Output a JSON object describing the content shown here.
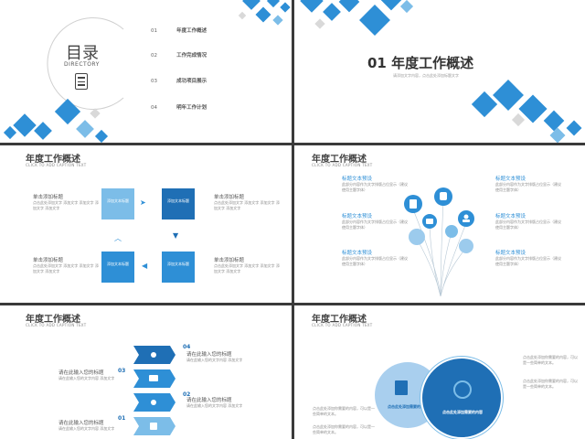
{
  "slide1": {
    "title": "目录",
    "subtitle": "DIRECTORY",
    "toc": [
      {
        "num": "01",
        "label": "年度工作概述"
      },
      {
        "num": "02",
        "label": "工作完成情况"
      },
      {
        "num": "03",
        "label": "成功项目展示"
      },
      {
        "num": "04",
        "label": "明年工作计划"
      }
    ]
  },
  "slide2": {
    "heading": "01 年度工作概述",
    "caption": "请添加文字内容，点击此处添加标题文字"
  },
  "common": {
    "title": "年度工作概述",
    "subtitle": "CLICK TO ADD CAPTION TEXT"
  },
  "slide3": {
    "box1": "添加文本标题",
    "box2": "添加文本标题",
    "box3": "添加文本标题",
    "box4": "添加文本标题",
    "item_title": "单击添加标题",
    "item_desc": "点击此处添加文字 添加文字 添加文字 添加文字 添加文字"
  },
  "slide4": {
    "item_title": "标题文本预设",
    "item_desc": "此部分内容作为文字排版占位显示（建议使用主题字体）"
  },
  "slide5": {
    "steps": [
      {
        "num": "04",
        "title": "请在此输入您的标题"
      },
      {
        "num": "03",
        "title": "请在此输入您的标题"
      },
      {
        "num": "02",
        "title": "请在此输入您的标题"
      },
      {
        "num": "01",
        "title": "请在此输入您的标题"
      }
    ],
    "desc": "请在此输入您的文字内容 添加文字"
  },
  "slide6": {
    "circle1": "点击此处添加需要的内容",
    "circle2": "点击此处添加需要的内容",
    "para": "点击此处添加你需要的内容，可以是一些简单的文本。"
  },
  "colors": {
    "accent": "#2e8fd6",
    "light": "#7cbde8",
    "dark": "#1f6fb5"
  }
}
